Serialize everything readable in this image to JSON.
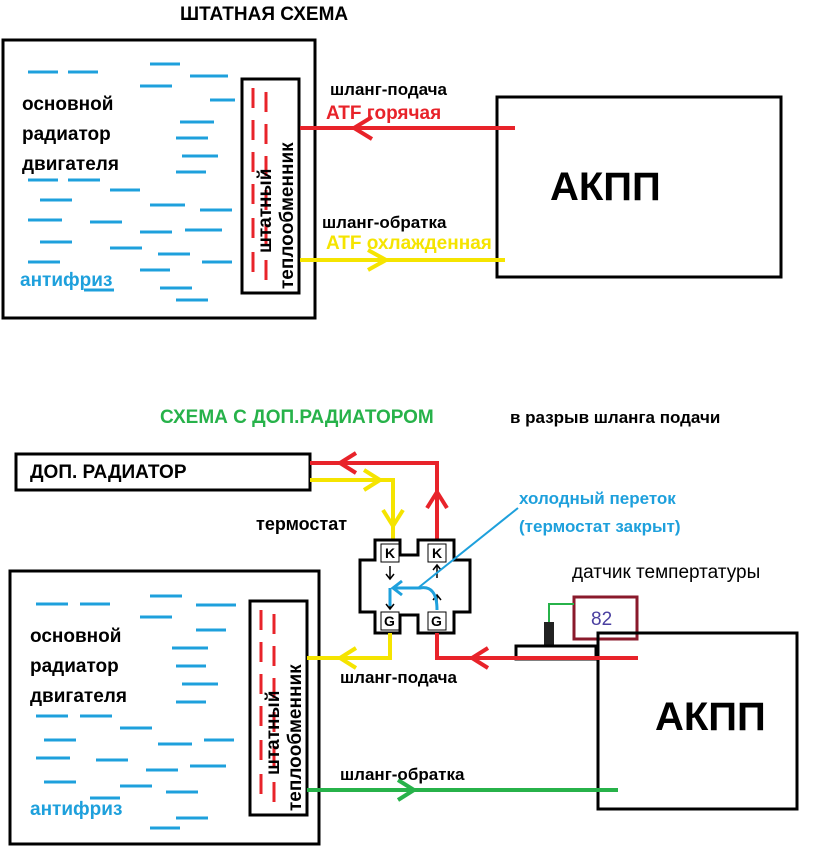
{
  "top": {
    "title": "ШТАТНАЯ СХЕМА",
    "radiator_label": [
      "основной",
      "радиатор",
      "двигателя"
    ],
    "antifreeze": "антифриз",
    "exchanger": [
      "штатный",
      "теплообменник"
    ],
    "hose_supply": "шланг-подача",
    "atf_hot": "ATF горячая",
    "hose_return": "шланг-обратка",
    "atf_cooled": "ATF охлажденная",
    "akpp": "АКПП"
  },
  "bottom": {
    "title_green": "СХЕМА С ДОП.РАДИАТОРОМ",
    "title_black": "в разрыв шланга подачи",
    "aux_radiator": "ДОП. РАДИАТОР",
    "thermostat": "термостат",
    "cold_bypass": [
      "холодный переток",
      "(термостат закрыт)"
    ],
    "sensor": "датчик темпертатуры",
    "sensor_value": "82",
    "port_k": "K",
    "port_g": "G",
    "radiator_label": [
      "основной",
      "радиатор",
      "двигателя"
    ],
    "antifreeze": "антифриз",
    "exchanger": [
      "штатный",
      "теплообменник"
    ],
    "hose_supply": "шланг-подача",
    "hose_return": "шланг-обратка",
    "akpp": "АКПП"
  },
  "colors": {
    "red": "#e8232a",
    "yellow": "#f5e400",
    "blue": "#1ea0dc",
    "green": "#27b24a",
    "dark_red": "#8a1a2b",
    "sensor_text": "#4a3fa0",
    "black": "#000000"
  }
}
